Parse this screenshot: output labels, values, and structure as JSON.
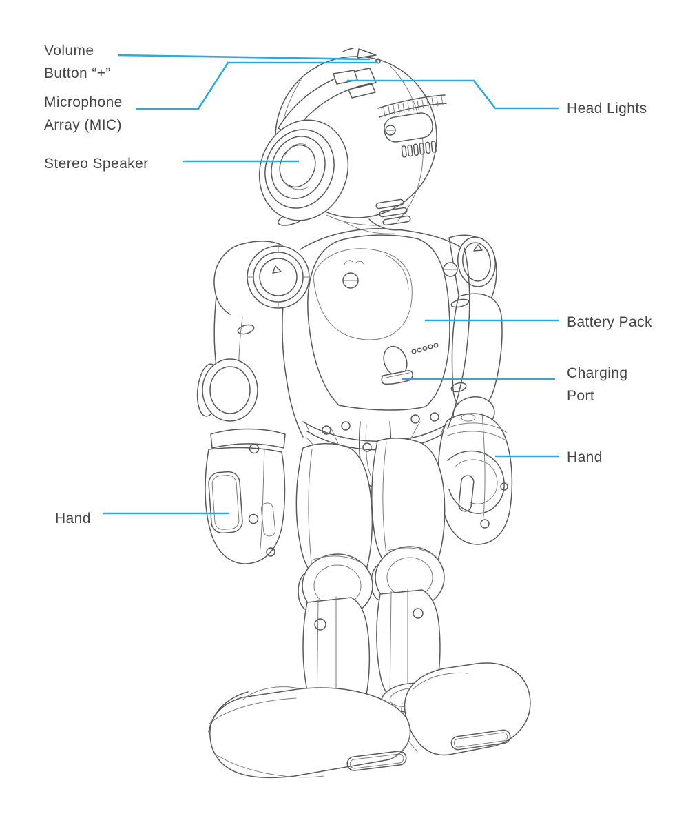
{
  "diagram": {
    "type": "robot-parts-callout-diagram",
    "style": {
      "callout_line_color": "#29abe2",
      "label_text_color": "#464648",
      "line_art_color": "#58595b",
      "background": "#ffffff"
    }
  },
  "labels": {
    "volume_button": {
      "line1": "Volume",
      "line2": "Button “+”"
    },
    "microphone_array": {
      "line1": "Microphone",
      "line2": "Array (MIC)"
    },
    "stereo_speaker": {
      "text": "Stereo Speaker"
    },
    "head_lights": {
      "text": "Head Lights"
    },
    "battery_pack": {
      "text": "Battery Pack"
    },
    "charging_port": {
      "line1": "Charging",
      "line2": "Port"
    },
    "hand_right": {
      "text": "Hand"
    },
    "hand_left": {
      "text": "Hand"
    }
  }
}
